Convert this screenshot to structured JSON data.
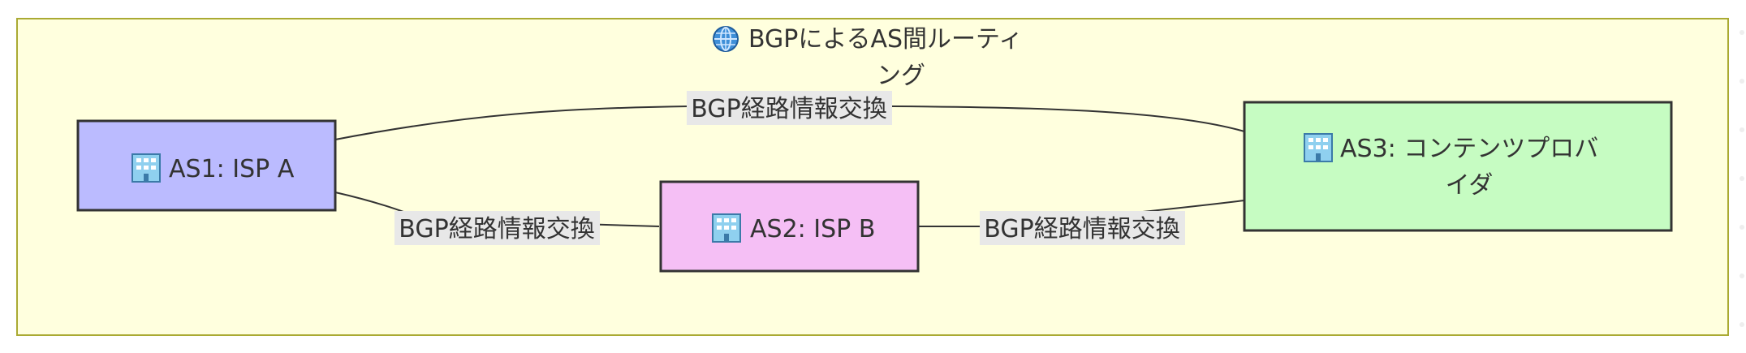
{
  "cluster": {
    "title_line1": "BGPによるAS間ルーティ",
    "title_line2": "ング",
    "icon": "globe-icon",
    "fill": "#ffffde",
    "stroke": "#aaaa33"
  },
  "nodes": {
    "as1": {
      "label": "AS1: ISP A",
      "icon": "office-building-icon",
      "fill": "#bbbbff",
      "stroke": "#333333"
    },
    "as2": {
      "label": "AS2: ISP B",
      "icon": "office-building-icon",
      "fill": "#f5bff5",
      "stroke": "#333333"
    },
    "as3": {
      "label_line1": "AS3: コンテンツプロバ",
      "label_line2": "イダ",
      "icon": "office-building-icon",
      "fill": "#c6fcc2",
      "stroke": "#333333"
    }
  },
  "edges": {
    "as1_as3": {
      "label": "BGP経路情報交換"
    },
    "as1_as2": {
      "label": "BGP経路情報交換"
    },
    "as2_as3": {
      "label": "BGP経路情報交換"
    }
  },
  "colors": {
    "edge_label_bg": "#e8e8e8",
    "text": "#333333"
  }
}
